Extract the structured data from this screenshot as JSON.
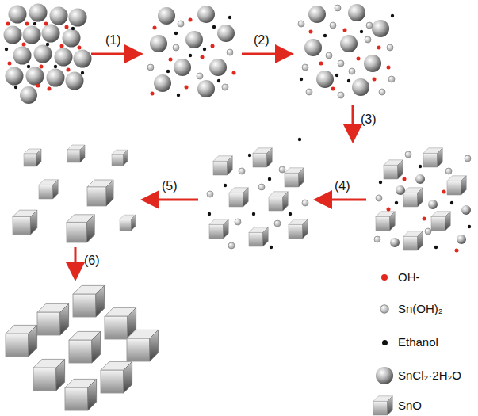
{
  "diagram": {
    "labels": [
      "(1)",
      "(2)",
      "(3)",
      "(4)",
      "(5)",
      "(6)"
    ],
    "legend": [
      {
        "text": "OH-",
        "color": "#e0281e"
      },
      {
        "text": "Sn(OH)₂"
      },
      {
        "text": "Ethanol",
        "color": "#111111"
      },
      {
        "text": "SnCl₂·2H₂O"
      },
      {
        "text": "SnO"
      }
    ]
  }
}
